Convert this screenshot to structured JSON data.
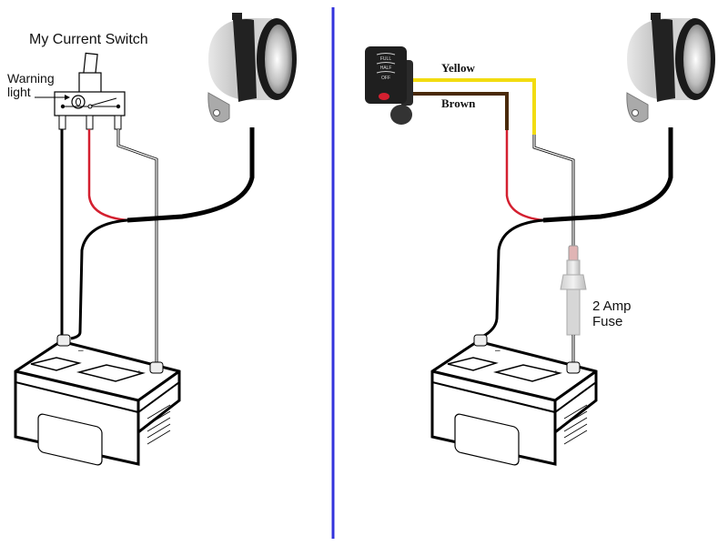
{
  "diagram": {
    "divider_color": "#3333dd",
    "left_panel": {
      "title": "My Current Switch",
      "warning_label_line1": "Warning",
      "warning_label_line2": "light",
      "components": [
        "toggle-switch",
        "headlight",
        "battery"
      ],
      "battery_negative": "–",
      "battery_positive": "+"
    },
    "right_panel": {
      "switch_labels": [
        "FULL",
        "HALF",
        "OFF"
      ],
      "wire_labels": {
        "yellow": "Yellow",
        "brown": "Brown"
      },
      "fuse_label_line1": "2 Amp",
      "fuse_label_line2": "Fuse",
      "components": [
        "handlebar-switch",
        "headlight",
        "inline-fuse",
        "battery"
      ],
      "battery_negative": "–",
      "battery_positive": "+"
    },
    "colors": {
      "wire_black": "#000000",
      "wire_red": "#d42030",
      "wire_yellow": "#f2dc10",
      "wire_brown": "#4a2a0a",
      "wire_white": "#ffffff"
    }
  }
}
